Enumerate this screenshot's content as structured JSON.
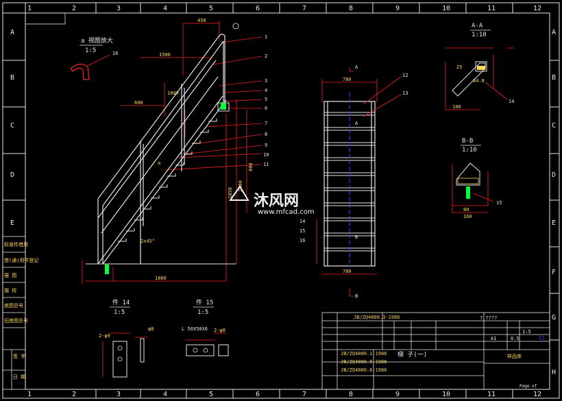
{
  "drawing": {
    "col_labels": [
      "1",
      "2",
      "3",
      "4",
      "5",
      "6",
      "7",
      "8",
      "9",
      "10",
      "11",
      "12"
    ],
    "row_labels": [
      "A",
      "B",
      "C",
      "D",
      "E",
      "F",
      "G",
      "H"
    ],
    "balloons": [
      "1",
      "2",
      "3",
      "4",
      "5",
      "6",
      "7",
      "8",
      "9",
      "10",
      "11"
    ],
    "top_view_balloons": [
      "12",
      "13"
    ],
    "detail_balloon": "16",
    "detail_caption": "a 视图放大",
    "detail_scale": "1:5",
    "section_aa_title": "A-A",
    "section_aa_scale": "1:10",
    "section_aa_balloon": "14",
    "section_bb_title": "B-B",
    "section_bb_scale": "1:10",
    "section_bb_balloon": "15",
    "part14_title": "件 14",
    "part14_scale": "1:5",
    "part15_title": "件 15",
    "part15_scale": "1:5",
    "part15_label": "L 50X50X6",
    "section_marks": [
      "A",
      "A",
      "B",
      "B"
    ],
    "top_view_width": "780",
    "side_view_width": "1800",
    "stack_labels": [
      "14",
      "15",
      "16"
    ],
    "side_notes": [
      "标准件借用",
      "借(通)用件登记",
      "描 图",
      "描 校",
      "底图总号",
      "旧底图总号",
      "签 字",
      "日 期"
    ],
    "title_block": {
      "drawing_name": "梯 子(一)",
      "ref_std": "JB/ZQ4000.3-1986",
      "ref_std_b": "JB/ZQ4000.1-1986",
      "ref_std_c": "JB/ZQ4000.5-1986",
      "ref_std_d": "JB/ZQ4000.6-1986",
      "doc_no": "?  ????",
      "sheet_size": "A1",
      "weight": "0.5",
      "scale": "1:5",
      "material_code": "样品库",
      "ratio": "1:5",
      "page": "Page  of"
    },
    "watermark": "沐风网",
    "watermark_url": "www.mfcad.com",
    "colors": {
      "frame": "#e8e8e8",
      "cyan": "#00e5ff",
      "red": "#ff2020",
      "yellow": "#ffd75a",
      "green": "#00ff3c",
      "white": "#e8e8e8",
      "blue": "#2040ff"
    }
  }
}
